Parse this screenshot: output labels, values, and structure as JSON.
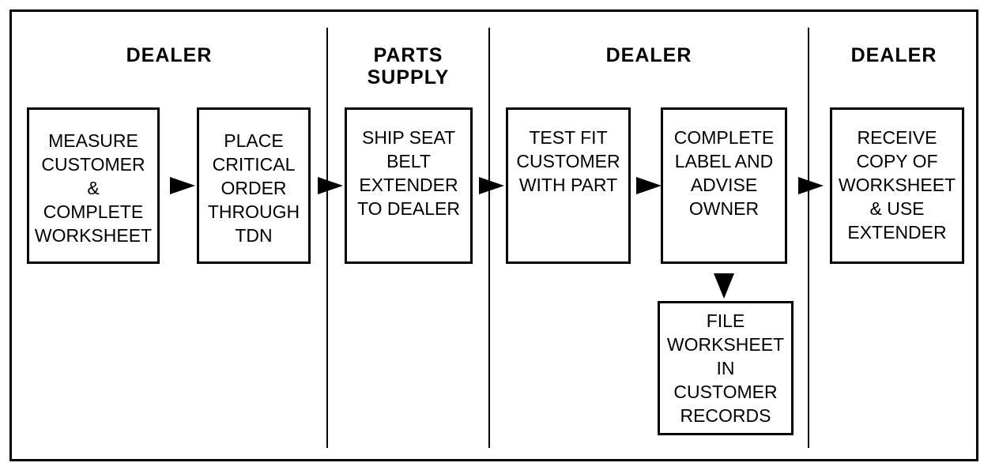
{
  "lanes": [
    {
      "header": [
        "DEALER"
      ]
    },
    {
      "header": [
        "PARTS",
        "SUPPLY"
      ]
    },
    {
      "header": [
        "DEALER"
      ]
    },
    {
      "header": [
        "DEALER"
      ]
    }
  ],
  "steps": {
    "measure": [
      "MEASURE",
      "CUSTOMER",
      "&",
      "COMPLETE",
      "WORKSHEET"
    ],
    "place_order": [
      "PLACE",
      "CRITICAL",
      "ORDER",
      "THROUGH",
      "TDN"
    ],
    "ship": [
      "SHIP SEAT",
      "BELT",
      "EXTENDER",
      "TO DEALER"
    ],
    "test_fit": [
      "TEST FIT",
      "CUSTOMER",
      "WITH PART"
    ],
    "complete_label": [
      "COMPLETE",
      "LABEL AND",
      "ADVISE",
      "OWNER"
    ],
    "receive": [
      "RECEIVE",
      "COPY OF",
      "WORKSHEET",
      "& USE",
      "EXTENDER"
    ],
    "file": [
      "FILE",
      "WORKSHEET",
      "IN",
      "CUSTOMER",
      "RECORDS"
    ]
  },
  "connections": [
    {
      "from": "measure",
      "to": "place_order",
      "direction": "right"
    },
    {
      "from": "place_order",
      "to": "ship",
      "direction": "right"
    },
    {
      "from": "ship",
      "to": "test_fit",
      "direction": "right"
    },
    {
      "from": "test_fit",
      "to": "complete_label",
      "direction": "right"
    },
    {
      "from": "complete_label",
      "to": "receive",
      "direction": "right"
    },
    {
      "from": "complete_label",
      "to": "file",
      "direction": "down"
    }
  ]
}
